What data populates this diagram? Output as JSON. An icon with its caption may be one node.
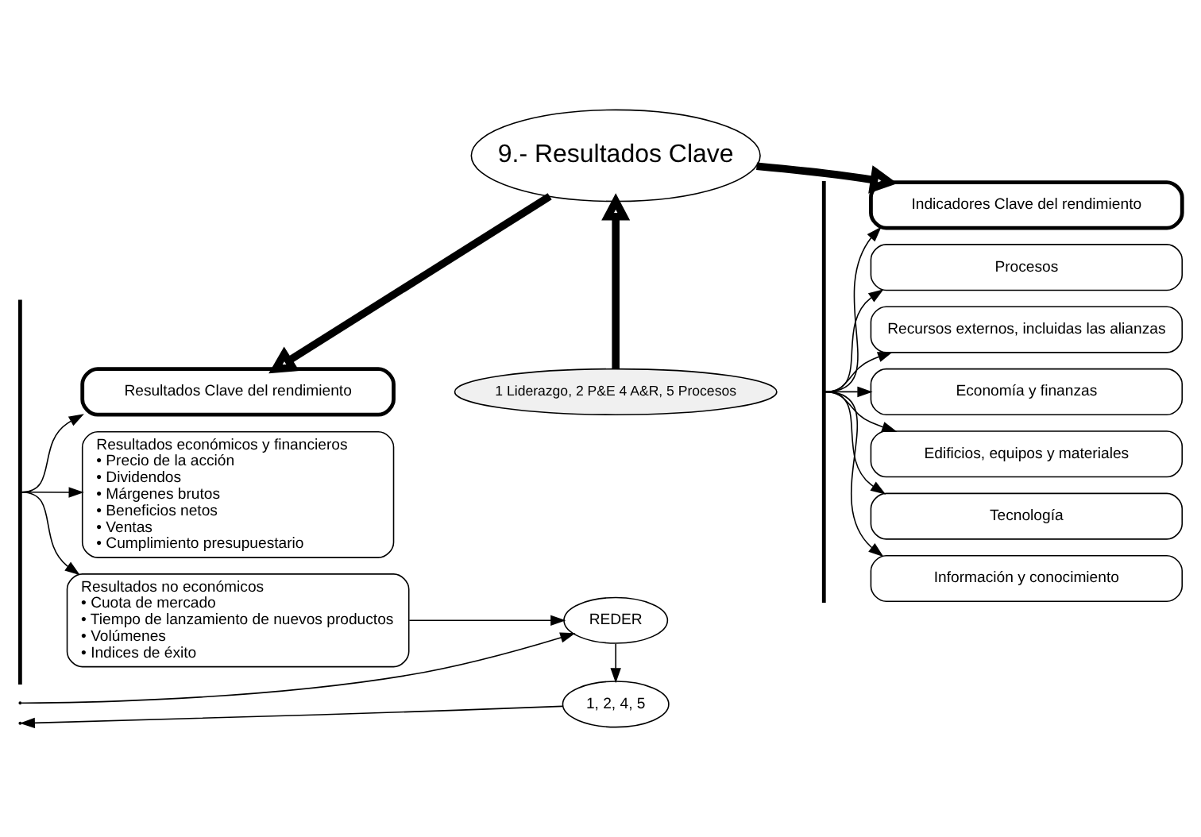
{
  "diagram": {
    "nodes": [
      {
        "text": [
          "1 Liderazgo, 2 P&E 4 A&R, 5 Procesos"
        ]
      },
      {
        "text": [
          "9.- Resultados Clave"
        ]
      },
      {
        "text": [
          "Resultados Clave del rendimiento"
        ]
      },
      {
        "text": [
          "Resultados económicos y financieros",
          "• Precio de la acción",
          "• Dividendos",
          "• Márgenes brutos",
          "• Beneficios netos",
          "• Ventas",
          "• Cumplimiento presupuestario"
        ]
      },
      {
        "text": [
          "Resultados no económicos",
          "• Cuota de mercado",
          "• Tiempo de lanzamiento de nuevos productos",
          "• Volúmenes",
          "• Indices de éxito"
        ]
      },
      {
        "text": [
          "Indicadores Clave del rendimiento"
        ]
      },
      {
        "text": [
          "Procesos"
        ]
      },
      {
        "text": [
          "Recursos externos, incluidas las alianzas"
        ]
      },
      {
        "text": [
          "Economía y finanzas"
        ]
      },
      {
        "text": [
          "Edificios, equipos y materiales"
        ]
      },
      {
        "text": [
          "Tecnología"
        ]
      },
      {
        "text": [
          "Información y conocimiento"
        ]
      },
      {
        "text": [
          "REDER"
        ]
      },
      {
        "text": [
          "1, 2, 4, 5"
        ]
      },
      {
        "text": [],
        "shape": "bar"
      },
      {
        "text": [],
        "shape": "bar"
      }
    ],
    "edges": [
      {
        "from": 0,
        "to": 1,
        "arrow": "to",
        "style": "thick"
      },
      {
        "from": 1,
        "to": 2,
        "arrow": "to",
        "style": "thick"
      },
      {
        "from": 1,
        "to": 5,
        "arrow": "to",
        "style": "thick"
      },
      {
        "from": 14,
        "to": 2,
        "arrow": "to"
      },
      {
        "from": 14,
        "to": 3,
        "arrow": "to"
      },
      {
        "from": 14,
        "to": 4,
        "arrow": "to"
      },
      {
        "from": 15,
        "to": 5,
        "arrow": "to"
      },
      {
        "from": 15,
        "to": 6,
        "arrow": "to"
      },
      {
        "from": 15,
        "to": 7,
        "arrow": "to"
      },
      {
        "from": 15,
        "to": 8,
        "arrow": "to"
      },
      {
        "from": 15,
        "to": 9,
        "arrow": "to"
      },
      {
        "from": 15,
        "to": 10,
        "arrow": "to"
      },
      {
        "from": 15,
        "to": 11,
        "arrow": "to"
      },
      {
        "from": 4,
        "to": 12,
        "arrow": "to"
      },
      {
        "from": null,
        "to": 12,
        "arrow": "to"
      },
      {
        "from": 12,
        "to": 13,
        "arrow": "to"
      },
      {
        "from": 13,
        "to": null,
        "arrow": "to"
      }
    ]
  }
}
